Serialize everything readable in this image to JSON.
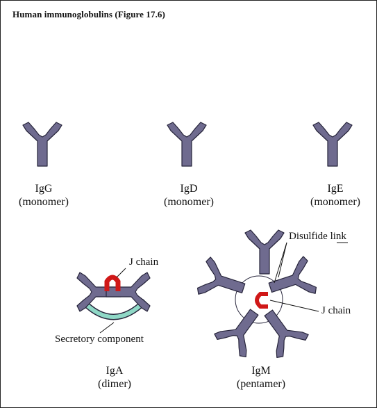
{
  "title": "Human immunoglobulins  (Figure 17.6)",
  "colors": {
    "antibody": "#6f6b8f",
    "outline": "#26243a",
    "j_chain": "#d01818",
    "secretory": "#8fd8c6",
    "background": "#ffffff"
  },
  "antibodies": [
    {
      "id": "igg",
      "name": "IgG",
      "form": "(monomer)"
    },
    {
      "id": "igd",
      "name": "IgD",
      "form": "(monomer)"
    },
    {
      "id": "ige",
      "name": "IgE",
      "form": "(monomer)"
    },
    {
      "id": "iga",
      "name": "IgA",
      "form": "(dimer)"
    },
    {
      "id": "igm",
      "name": "IgM",
      "form": "(pentamer)"
    }
  ],
  "callouts": {
    "iga_j_chain": "J chain",
    "secretory_component": "Secretory component",
    "disulfide_link": "Disulfide link",
    "igm_j_chain": "J chain"
  }
}
